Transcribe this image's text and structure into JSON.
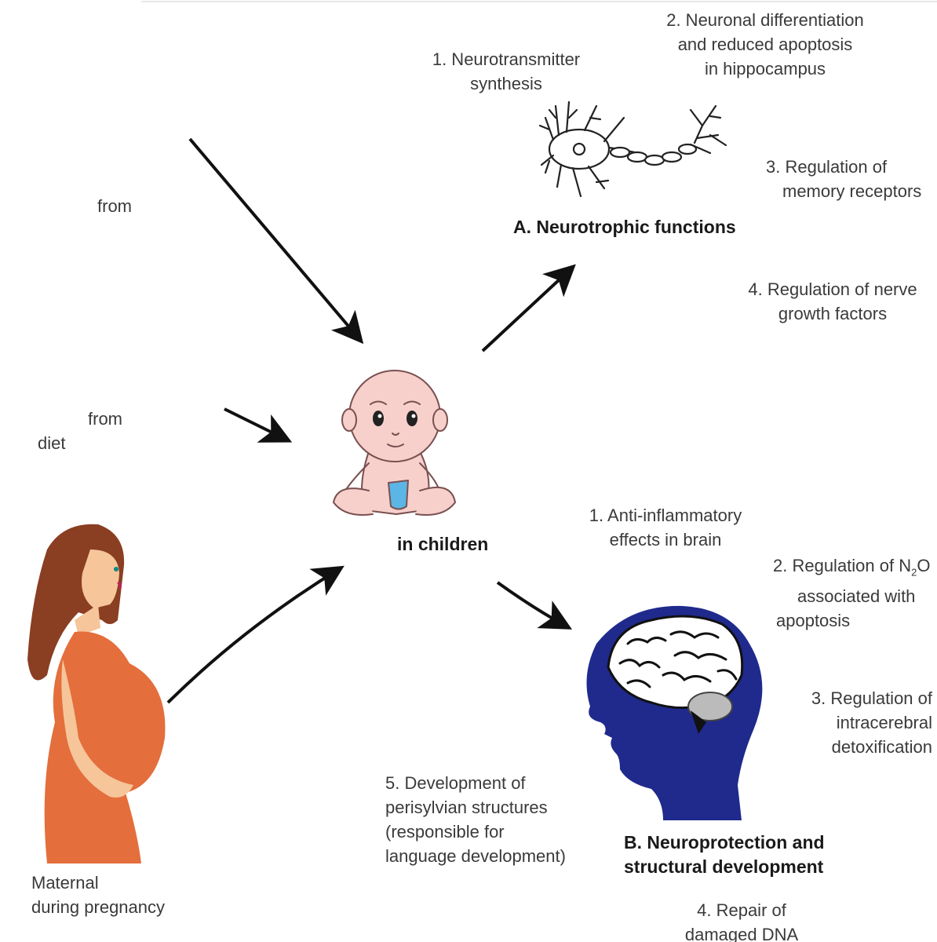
{
  "sources": {
    "top": {
      "line1": "from"
    },
    "middle": {
      "line1": "from",
      "line2": "diet"
    },
    "bottom": {
      "line1": "Maternal",
      "line2": "during pregnancy"
    }
  },
  "center": {
    "label": "in children"
  },
  "neurotrophic": {
    "heading": "A. Neurotrophic functions",
    "items": [
      {
        "lines": [
          "1. Neurotransmitter",
          "synthesis"
        ]
      },
      {
        "lines": [
          "2. Neuronal differentiation",
          "and reduced apoptosis",
          "in hippocampus"
        ]
      },
      {
        "lines": [
          "3. Regulation of",
          "memory receptors"
        ]
      },
      {
        "lines": [
          "4. Regulation of nerve",
          "growth factors"
        ]
      }
    ]
  },
  "neuroprotection": {
    "heading_line1": "B. Neuroprotection and",
    "heading_line2": "structural development",
    "items": [
      {
        "lines": [
          "1. Anti-inflammatory",
          "effects in brain"
        ]
      },
      {
        "line1_prefix": "2. Regulation of N",
        "line1_sub": "2",
        "line1_suffix": "O",
        "lines": [
          "associated with",
          "apoptosis"
        ]
      },
      {
        "lines": [
          "3. Regulation of",
          "intracerebral",
          "detoxification"
        ]
      },
      {
        "lines": [
          "4. Repair of",
          "damaged DNA"
        ]
      },
      {
        "lines": [
          "5. Development of",
          "perisylvian structures",
          "(responsible  for",
          "language development)"
        ]
      }
    ]
  },
  "colors": {
    "brain_head": "#1f2a8c",
    "dress": "#e46e3c",
    "skin": "#f6c59a",
    "hair": "#8a3e22",
    "diaper": "#5bb6e6",
    "baby_skin": "#f7d0cc",
    "arrow": "#111111"
  }
}
